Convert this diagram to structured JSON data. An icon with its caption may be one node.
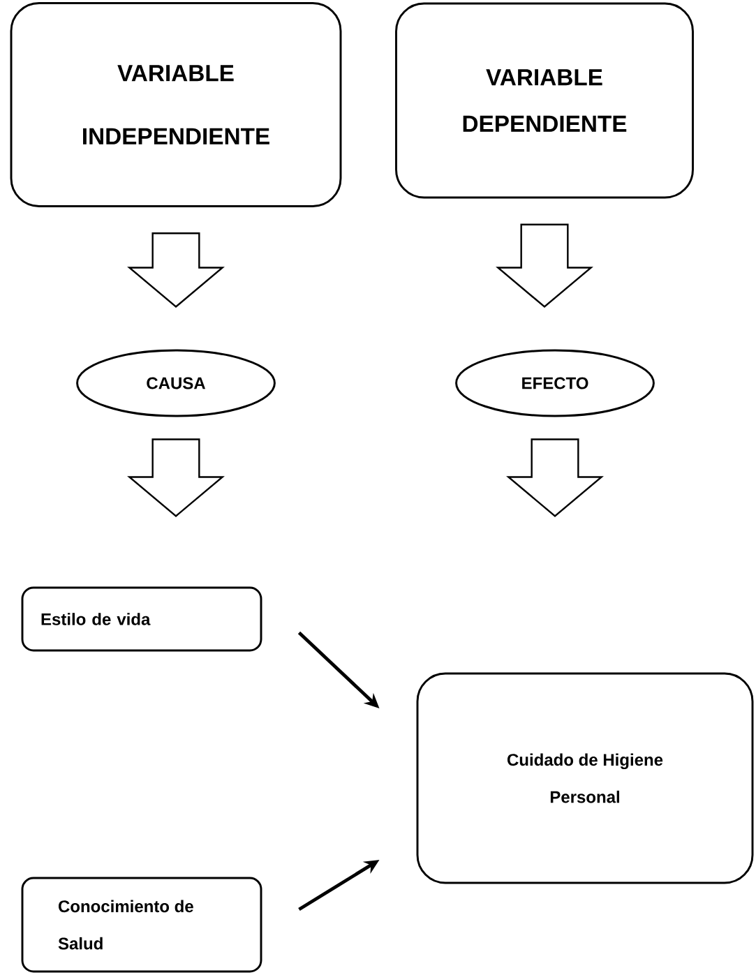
{
  "diagram": {
    "nodes": [
      {
        "text": [
          "VARIABLE INDEPENDIENTE"
        ]
      },
      {
        "text": [
          "VARIABLE DEPENDIENTE"
        ]
      },
      {
        "text": [
          "CAUSA"
        ]
      },
      {
        "text": [
          "EFECTO"
        ]
      },
      {
        "text": [
          "Estilo de vida"
        ]
      },
      {
        "text": [
          "Cuidado de Higiene Personal"
        ]
      },
      {
        "text": [
          "Conocimiento de Salud"
        ]
      }
    ],
    "edges": [
      {
        "from": 0,
        "to": 2,
        "arrow": "to"
      },
      {
        "from": 1,
        "to": 3,
        "arrow": "to"
      },
      {
        "from": 2,
        "to": null,
        "arrow": "to"
      },
      {
        "from": 3,
        "to": null,
        "arrow": "to"
      },
      {
        "from": 4,
        "to": 5,
        "arrow": "to"
      },
      {
        "from": 6,
        "to": 5,
        "arrow": "to"
      }
    ]
  }
}
